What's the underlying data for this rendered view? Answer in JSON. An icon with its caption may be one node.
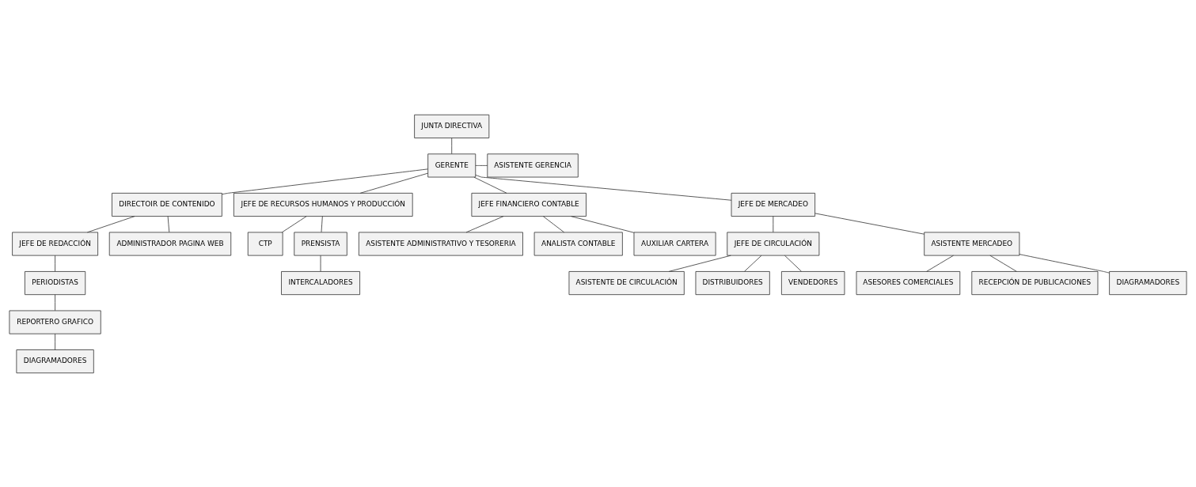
{
  "diagram": {
    "nodes": [
      {
        "text": [
          "JUNTA DIRECTIVA"
        ]
      },
      {
        "text": [
          "GERENTE"
        ]
      },
      {
        "text": [
          "ASISTENTE GERENCIA"
        ]
      },
      {
        "text": [
          "DIRECTOIR DE CONTENIDO"
        ]
      },
      {
        "text": [
          "JEFE DE RECURSOS HUMANOS Y PRODUCCIÓN"
        ]
      },
      {
        "text": [
          "JEFE FINANCIERO CONTABLE"
        ]
      },
      {
        "text": [
          "JEFE DE MERCADEO"
        ]
      },
      {
        "text": [
          "JEFE DE REDACCIÓN"
        ]
      },
      {
        "text": [
          "ADMINISTRADOR PAGINA WEB"
        ]
      },
      {
        "text": [
          "PERIODISTAS"
        ]
      },
      {
        "text": [
          "REPORTERO GRAFICO"
        ]
      },
      {
        "text": [
          "DIAGRAMADORES"
        ]
      },
      {
        "text": [
          "CTP"
        ]
      },
      {
        "text": [
          "PRENSISTA"
        ]
      },
      {
        "text": [
          "INTERCALADORES"
        ]
      },
      {
        "text": [
          "ASISTENTE ADMINISTRATIVO Y TESORERIA"
        ]
      },
      {
        "text": [
          "ANALISTA CONTABLE"
        ]
      },
      {
        "text": [
          "AUXILIAR CARTERA"
        ]
      },
      {
        "text": [
          "JEFE DE CIRCULACIÓN"
        ]
      },
      {
        "text": [
          "ASISTENTE MERCADEO"
        ]
      },
      {
        "text": [
          "ASISTENTE DE CIRCULACIÓN"
        ]
      },
      {
        "text": [
          "DISTRIBUIDORES"
        ]
      },
      {
        "text": [
          "VENDEDORES"
        ]
      },
      {
        "text": [
          "ASESORES COMERCIALES"
        ]
      },
      {
        "text": [
          "RECEPCIÓN DE PUBLICACIONES"
        ]
      },
      {
        "text": [
          "DIAGRAMADORES"
        ]
      }
    ],
    "edges": [
      {
        "from": 0,
        "to": 1,
        "arrow": "none"
      },
      {
        "from": 1,
        "to": 2,
        "arrow": "none"
      },
      {
        "from": 1,
        "to": 3,
        "arrow": "none"
      },
      {
        "from": 1,
        "to": 4,
        "arrow": "none"
      },
      {
        "from": 1,
        "to": 5,
        "arrow": "none"
      },
      {
        "from": 1,
        "to": 6,
        "arrow": "none"
      },
      {
        "from": 3,
        "to": 7,
        "arrow": "none"
      },
      {
        "from": 3,
        "to": 8,
        "arrow": "none"
      },
      {
        "from": 7,
        "to": 9,
        "arrow": "none"
      },
      {
        "from": 9,
        "to": 10,
        "arrow": "none"
      },
      {
        "from": 10,
        "to": 11,
        "arrow": "none"
      },
      {
        "from": 4,
        "to": 12,
        "arrow": "none"
      },
      {
        "from": 4,
        "to": 13,
        "arrow": "none"
      },
      {
        "from": 13,
        "to": 14,
        "arrow": "none"
      },
      {
        "from": 5,
        "to": 15,
        "arrow": "none"
      },
      {
        "from": 5,
        "to": 16,
        "arrow": "none"
      },
      {
        "from": 5,
        "to": 17,
        "arrow": "none"
      },
      {
        "from": 6,
        "to": 18,
        "arrow": "none"
      },
      {
        "from": 6,
        "to": 19,
        "arrow": "none"
      },
      {
        "from": 18,
        "to": 20,
        "arrow": "none"
      },
      {
        "from": 18,
        "to": 21,
        "arrow": "none"
      },
      {
        "from": 18,
        "to": 22,
        "arrow": "none"
      },
      {
        "from": 19,
        "to": 23,
        "arrow": "none"
      },
      {
        "from": 19,
        "to": 24,
        "arrow": "none"
      },
      {
        "from": 19,
        "to": 25,
        "arrow": "none"
      }
    ]
  }
}
